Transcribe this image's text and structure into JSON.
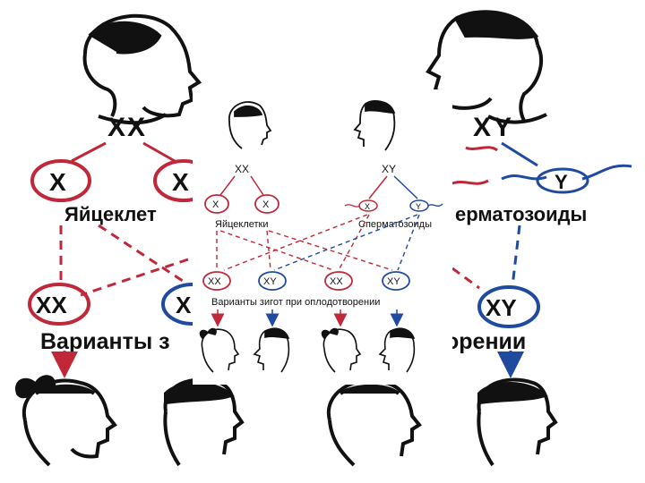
{
  "background_diagram": {
    "mother_genotype": "XX",
    "father_genotype": "XY",
    "egg_left": "X",
    "egg_right": "X",
    "sperm_right": "Y",
    "eggs_label_fragment": "Яйцеклет",
    "sperm_label_fragment": "ерматозоиды",
    "zygote_left": "XX",
    "zygote_mid_fragment": "X",
    "zygote_right": "XY",
    "variants_label_left": "Варианты з",
    "variants_label_right": "орении"
  },
  "inset_diagram": {
    "mother_genotype": "XX",
    "father_genotype": "XY",
    "gametes": {
      "eggs": [
        "X",
        "X"
      ],
      "sperm": [
        "X",
        "Y"
      ],
      "eggs_label": "Яйцеклетки",
      "sperm_label": "Сперматозоиды"
    },
    "zygotes": [
      "XX",
      "XY",
      "XX",
      "XY"
    ],
    "zygotes_label": "Варианты зигот при оплодотворении"
  },
  "colors": {
    "female": "#c0283a",
    "male": "#1f4aa0",
    "ink": "#111111"
  }
}
